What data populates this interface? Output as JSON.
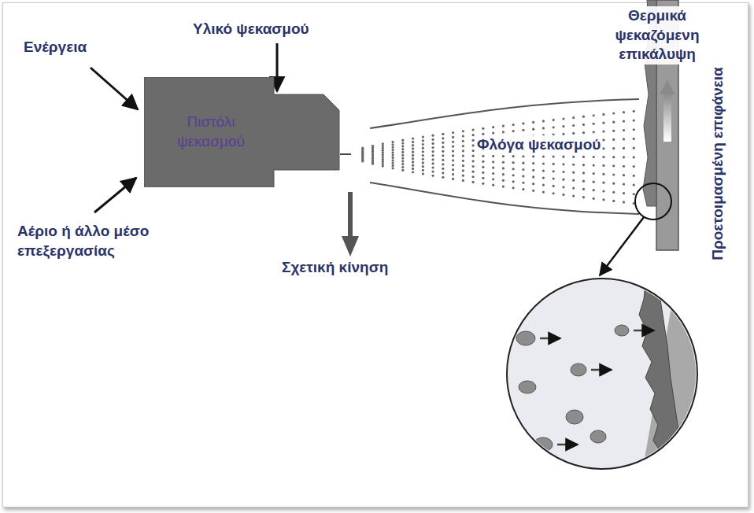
{
  "diagram": {
    "nodes": [
      {
        "text": [
          "Πιστόλι ψεκασμού"
        ]
      }
    ],
    "labels": [
      "Ενέργεια",
      "Υλικό ψεκασμού",
      "Θερμικά ψεκαζόμενη επικάλυψη",
      "Φλόγα ψεκασμού",
      "Αέριο ή άλλο μέσο επεξεργασίας",
      "Σχετική κίνηση",
      "Προετοιμασμένη επιφάνεια"
    ]
  }
}
